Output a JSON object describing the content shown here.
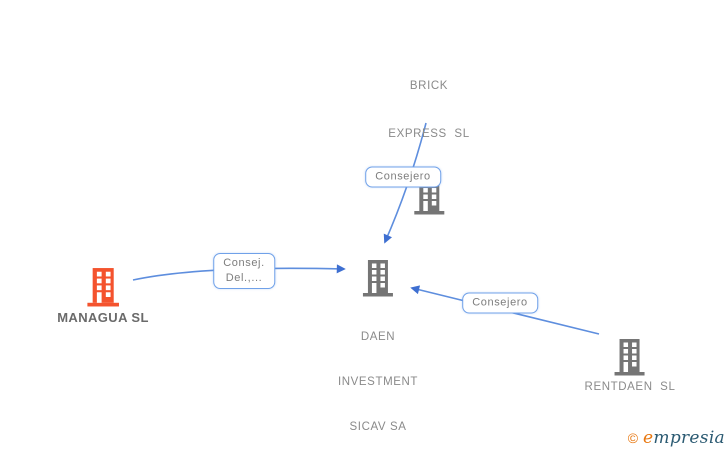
{
  "theme": {
    "edge-color": "#5e8ede",
    "arrow-color": "#3e6fd1",
    "box-border": "#70a1e9",
    "box-text": "#7d7d7d",
    "building-gray": "#757575",
    "building-orange": "#f4532e",
    "node-label-color": "#8a8a8a",
    "highlight-label-color": "#6a6a6a",
    "brand-orange": "#e8770f",
    "brand-blue": "#2b5a72",
    "canvas-bg": "#ffffff"
  },
  "nodes": {
    "brick_express": {
      "line1": "BRICK",
      "line2": "EXPRESS  SL"
    },
    "managua": {
      "label": "MANAGUA SL"
    },
    "daen": {
      "line1": "DAEN",
      "line2": "INVESTMENT",
      "line3": "SICAV SA"
    },
    "rentdaen": {
      "label": "RENTDAEN  SL"
    }
  },
  "edges": [
    {
      "from": "BRICK EXPRESS SL",
      "to": "DAEN INVESTMENT SICAV SA",
      "label": "Consejero"
    },
    {
      "from": "MANAGUA SL",
      "to": "DAEN INVESTMENT SICAV SA",
      "label": "Consej. Del.,...",
      "line1": "Consej.",
      "line2": "Del.,..."
    },
    {
      "from": "RENTDAEN SL",
      "to": "DAEN INVESTMENT SICAV SA",
      "label": "Consejero"
    }
  ],
  "watermark": {
    "copyright": "©",
    "brand_first": "e",
    "brand_rest": "mpresia"
  }
}
